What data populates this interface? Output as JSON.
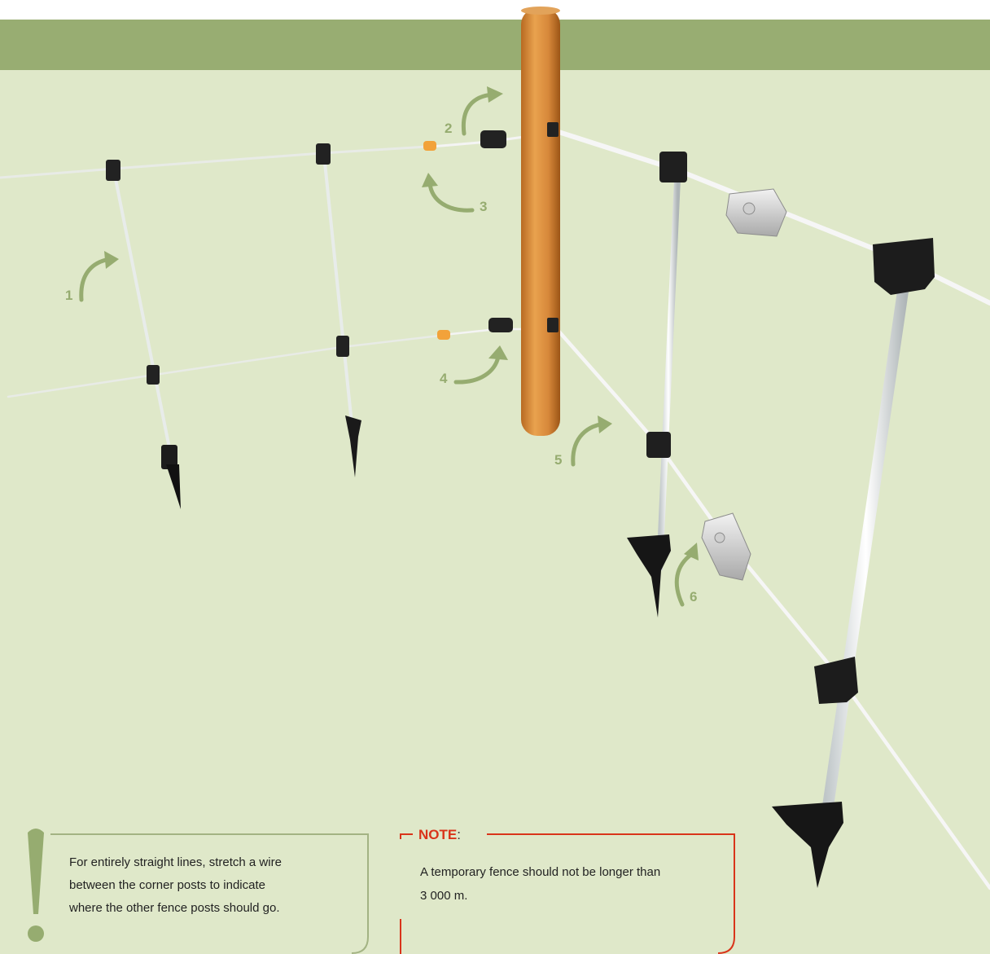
{
  "colors": {
    "background": "#dfe8c9",
    "header_band": "#98ad72",
    "accent_green": "#96ac70",
    "note_red": "#d9341a",
    "post_wood": "#d98a3a"
  },
  "callouts": [
    {
      "number": "1",
      "target": "fence-post-rod"
    },
    {
      "number": "2",
      "target": "insulator-on-wooden-post-top"
    },
    {
      "number": "3",
      "target": "wire-tie-top"
    },
    {
      "number": "4",
      "target": "insulator-on-wooden-post-bottom"
    },
    {
      "number": "5",
      "target": "lower-tape"
    },
    {
      "number": "6",
      "target": "tape-connector"
    }
  ],
  "tip": {
    "icon": "exclamation-icon",
    "lines": [
      "For entirely straight lines, stretch a wire",
      "between the corner posts to indicate",
      "where the other fence posts should go."
    ]
  },
  "note": {
    "title": "NOTE",
    "colon": ":",
    "lines": [
      "A temporary fence should not be longer than",
      "3 000 m."
    ]
  }
}
